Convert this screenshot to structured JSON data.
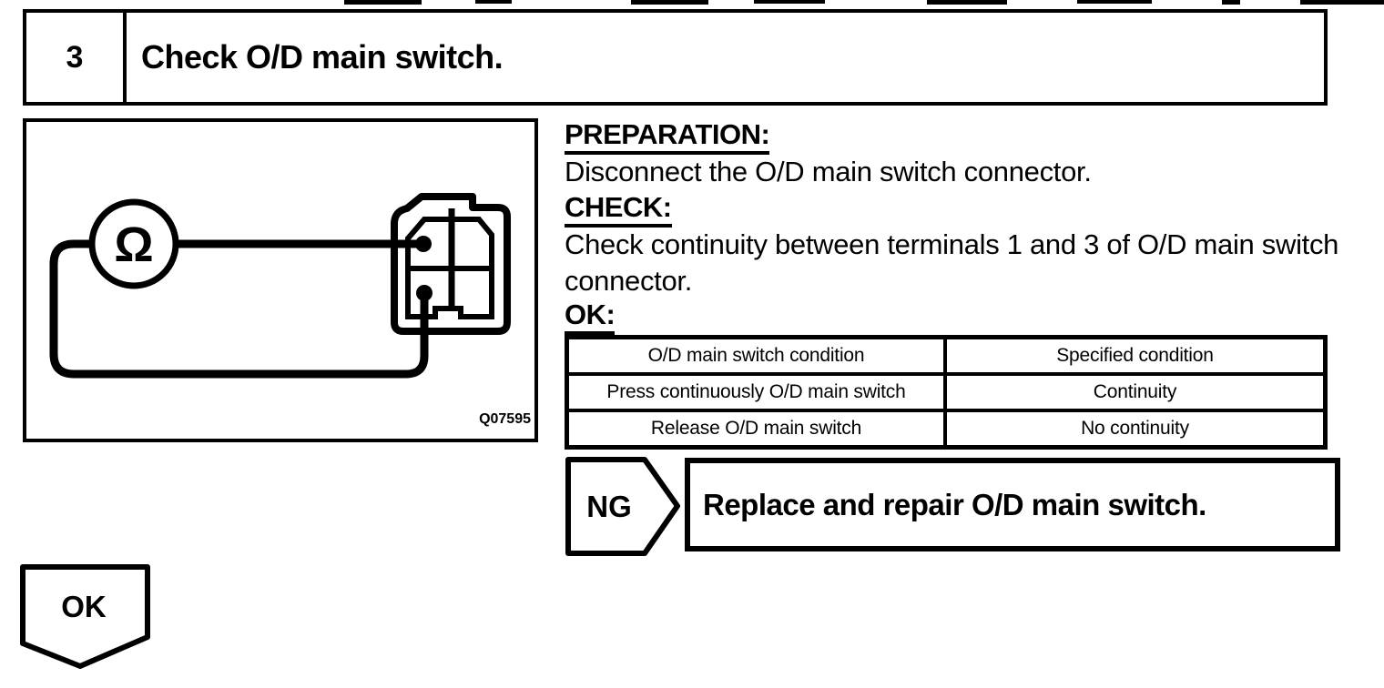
{
  "step": {
    "number": "3",
    "title": "Check O/D main switch."
  },
  "diagram": {
    "meter_symbol": "Ω",
    "figure_code": "Q07595"
  },
  "instructions": {
    "preparation_label": "PREPARATION:",
    "preparation_text": "Disconnect the O/D main switch connector.",
    "check_label": "CHECK:",
    "check_lines": [
      "Check continuity between terminals 1 and 3 of O/D main switch",
      "connector."
    ],
    "ok_label": "OK:"
  },
  "table": {
    "headers": [
      "O/D main switch condition",
      "Specified condition"
    ],
    "rows": [
      [
        "Press continuously O/D main switch",
        "Continuity"
      ],
      [
        "Release O/D main switch",
        "No continuity"
      ]
    ]
  },
  "flow": {
    "ng_label": "NG",
    "ng_action": "Replace and repair O/D main switch.",
    "ok_label": "OK"
  }
}
